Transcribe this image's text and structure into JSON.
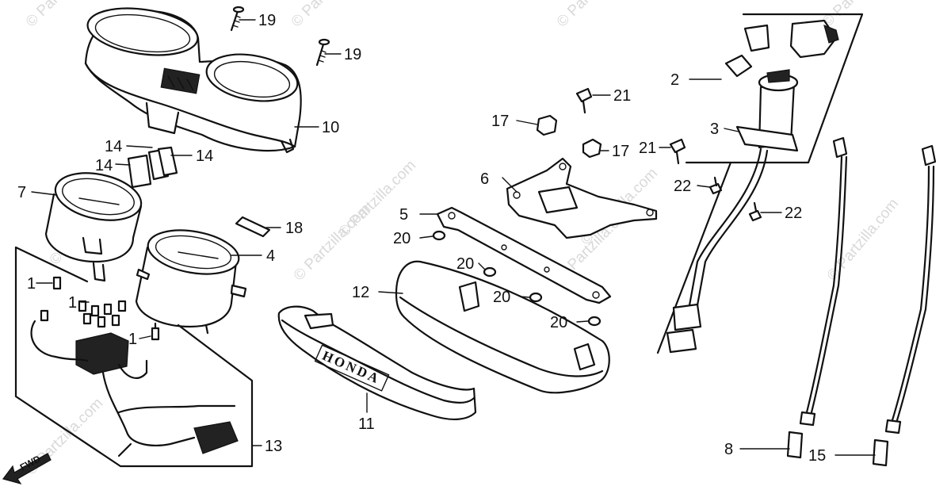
{
  "diagram": {
    "callouts": {
      "c19a": "19",
      "c19b": "19",
      "c10": "10",
      "c14a": "14",
      "c14b": "14",
      "c14c": "14",
      "c7": "7",
      "c18": "18",
      "c4": "4",
      "c1a": "1",
      "c1b": "1",
      "c1c": "1",
      "c13": "13",
      "c17a": "17",
      "c17b": "17",
      "c21a": "21",
      "c21b": "21",
      "c6": "6",
      "c5": "5",
      "c20a": "20",
      "c20b": "20",
      "c20c": "20",
      "c20d": "20",
      "c12": "12",
      "c11": "11",
      "c2": "2",
      "c3": "3",
      "c22a": "22",
      "c22b": "22",
      "c8": "8",
      "c15": "15"
    },
    "fwd_label": "FWD",
    "emblem_text": "HONDA",
    "watermarks": {
      "w1": "© Partzilla.com",
      "w2": "© Partzilla.com",
      "w3": "© Partzilla.com",
      "w4": "© Partzilla.com",
      "w5": "© Partzilla.com",
      "w6": "© Partzilla.com",
      "w7": "© Partzilla.com",
      "w8": "© Partzilla.com",
      "w9": "© Partzilla.com",
      "w10": "© Partzilla.com",
      "w11": "© Partzilla.com"
    },
    "colors": {
      "ink": "#111111",
      "watermark": "#d9d9d9",
      "background": "#ffffff"
    }
  }
}
